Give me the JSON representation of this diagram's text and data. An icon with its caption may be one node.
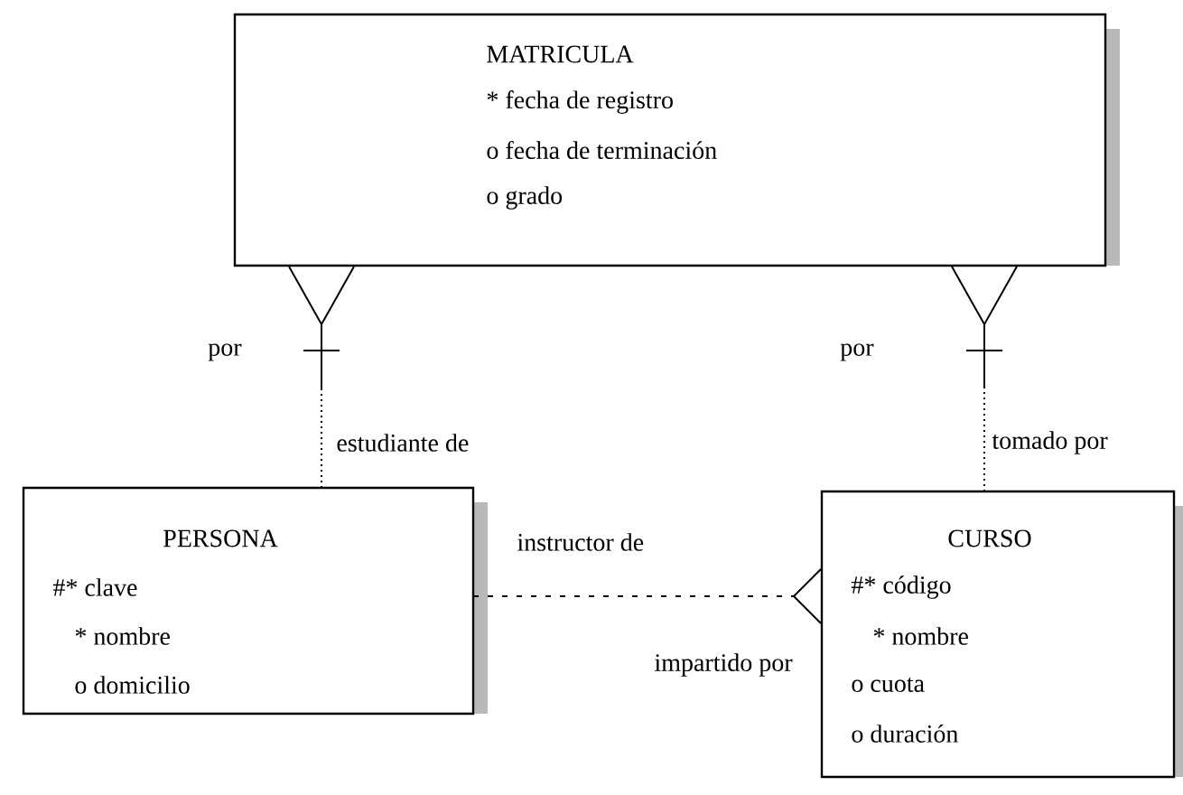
{
  "diagram": {
    "nodes": [
      {
        "text": [
          "MATRICULA",
          "* fecha de registro",
          "o fecha de terminación",
          "o grado"
        ]
      },
      {
        "text": [
          "PERSONA",
          "#* clave",
          "* nombre",
          "o domicilio"
        ]
      },
      {
        "text": [
          "CURSO",
          "#* código",
          "* nombre",
          "o cuota",
          "o duración"
        ]
      }
    ],
    "edges": [
      {
        "from": 1,
        "to": 0,
        "arrow": "other"
      },
      {
        "from": 2,
        "to": 0,
        "arrow": "other"
      },
      {
        "from": 1,
        "to": 2,
        "arrow": "other",
        "style": "dashed"
      }
    ],
    "labels": [
      "por",
      "por",
      "estudiante de",
      "tomado por",
      "instructor de",
      "impartido por"
    ]
  }
}
